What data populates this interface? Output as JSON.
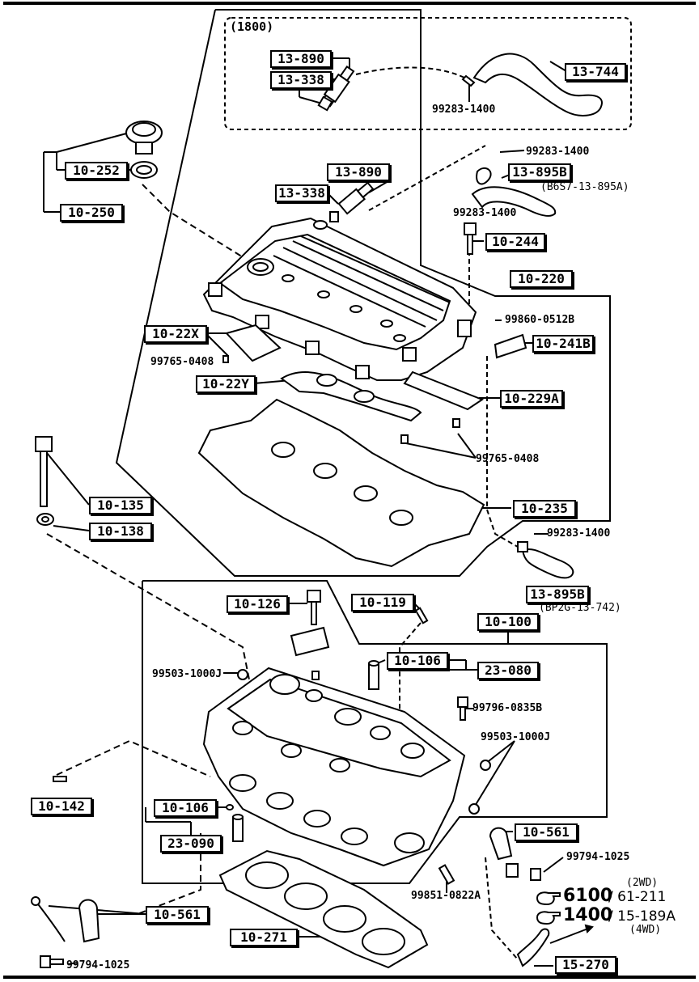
{
  "labels": {
    "l1800": "(1800)",
    "l13_890a": "13-890",
    "l13_338a": "13-338",
    "l13_744": "13-744",
    "l99283a": "99283-1400",
    "l99283b": "99283-1400",
    "l13_895b_top": "13-895B",
    "l13_895b_top_note": "(B6S7-13-895A)",
    "l99283c": "99283-1400",
    "l10_252": "10-252",
    "l10_250": "10-250",
    "l13_890b": "13-890",
    "l13_338b": "13-338",
    "l10_244": "10-244",
    "l10_220": "10-220",
    "l99860": "99860-0512B",
    "l10_241b": "10-241B",
    "l10_22x": "10-22X",
    "l99765a": "99765-0408",
    "l10_22y": "10-22Y",
    "l10_229a": "10-229A",
    "l99765b": "99765-0408",
    "l10_135": "10-135",
    "l10_138": "10-138",
    "l10_235": "10-235",
    "l99283d": "99283-1400",
    "l13_895b_bot": "13-895B",
    "l13_895b_bot_note": "(BP2G-13-742)",
    "l10_126": "10-126",
    "l10_119": "10-119",
    "l10_100": "10-100",
    "l10_106a": "10-106",
    "l23_080": "23-080",
    "l99503a": "99503-1000J",
    "l99796": "99796-0835B",
    "l99503b": "99503-1000J",
    "l10_142": "10-142",
    "l10_106b": "10-106",
    "l23_090": "23-090",
    "l10_561a": "10-561",
    "l99794a": "99794-1025",
    "l99851": "99851-0822A",
    "l10_561b": "10-561",
    "l10_271": "10-271",
    "l15_270": "15-270",
    "l99794b": "99794-1025"
  },
  "refs": {
    "r2wd": "(2WD)",
    "r6100": "6100",
    "r6100_sub": "/ 61-211",
    "r1400": "1400",
    "r1400_sub": "/ 15-189A",
    "r4wd": "(4WD)"
  }
}
